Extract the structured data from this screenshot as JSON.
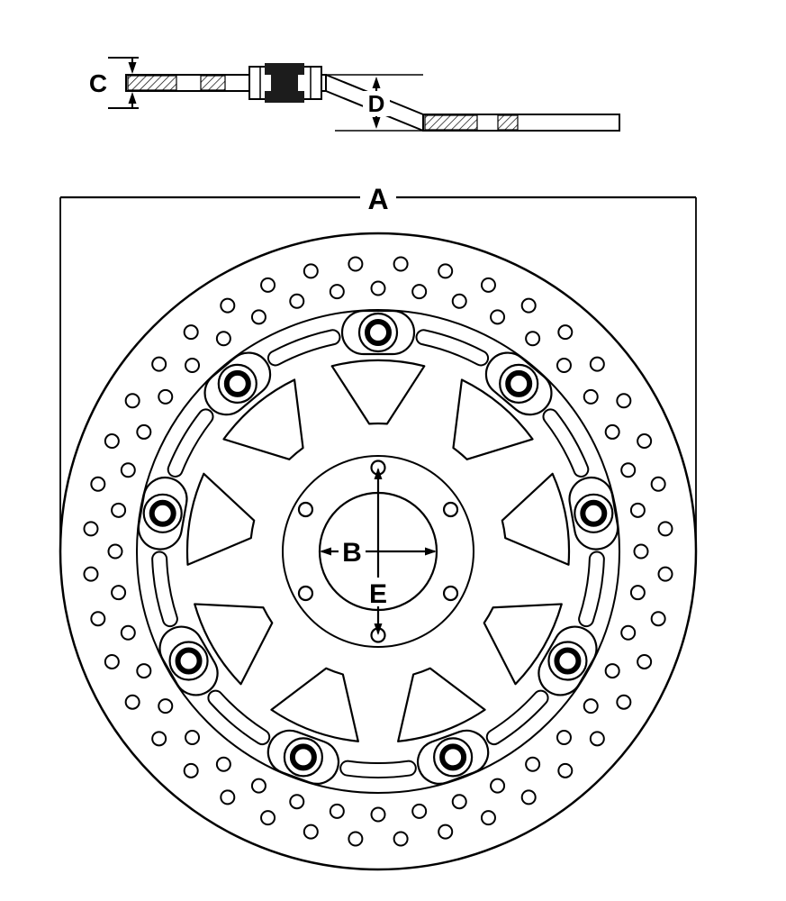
{
  "drawing": {
    "dimension_labels": {
      "overall_diameter": "A",
      "inner_diameter": "B",
      "disc_thickness": "C",
      "offset_height": "D",
      "bolt_hole_circle": "E"
    }
  },
  "colors": {
    "line": "#000000",
    "background": "#ffffff",
    "fill": "#ffffff",
    "bolt_fill": "#1c1c1c"
  }
}
